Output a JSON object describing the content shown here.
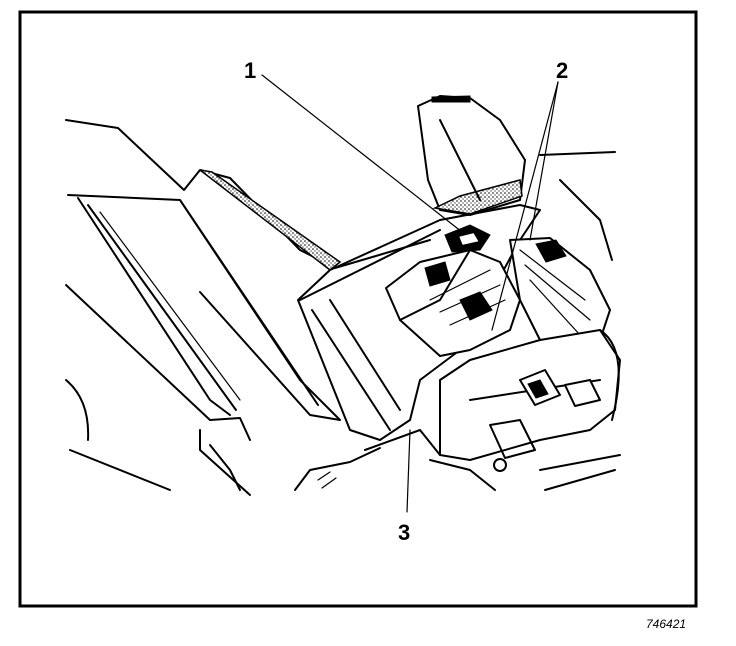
{
  "callouts": [
    {
      "id": "1",
      "label": "1"
    },
    {
      "id": "2",
      "label": "2"
    },
    {
      "id": "3",
      "label": "3"
    }
  ],
  "figure_id": "746421"
}
